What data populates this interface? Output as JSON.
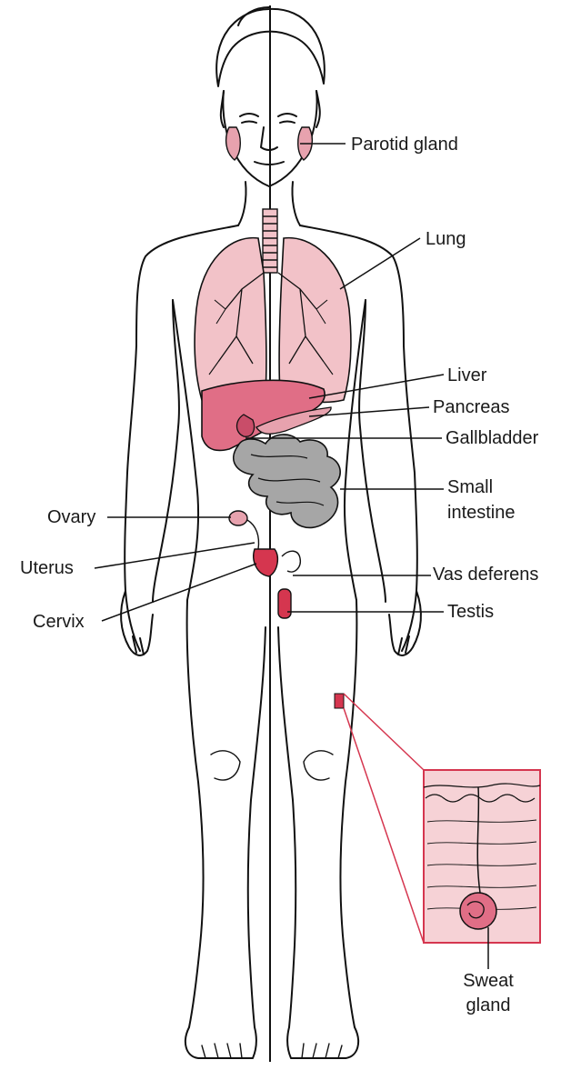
{
  "colors": {
    "organ_pink": "#f2c2c8",
    "organ_deep": "#e06e86",
    "accent_red": "#d5364f",
    "intestine_gray": "#a6a6a6",
    "skin_box": "#f6d2d6",
    "outline": "#111111"
  },
  "labels": {
    "parotid": "Parotid gland",
    "lung": "Lung",
    "liver": "Liver",
    "pancreas": "Pancreas",
    "gallbladder": "Gallbladder",
    "small_intestine_1": "Small",
    "small_intestine_2": "intestine",
    "ovary": "Ovary",
    "uterus": "Uterus",
    "cervix": "Cervix",
    "vas_deferens": "Vas deferens",
    "testis": "Testis",
    "sweat_1": "Sweat",
    "sweat_2": "gland"
  }
}
